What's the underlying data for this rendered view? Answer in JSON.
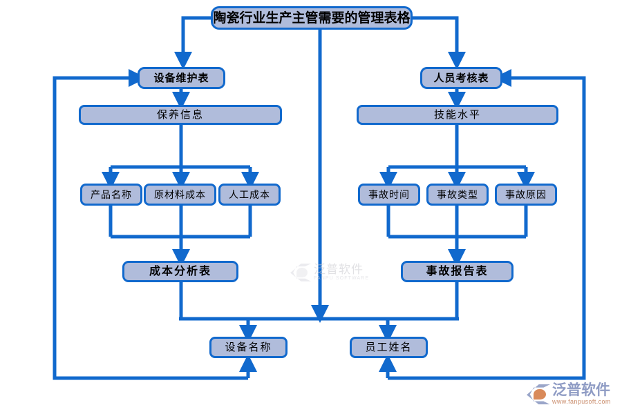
{
  "diagram": {
    "title": "陶瓷行业生产主管需要的管理表格",
    "root": {
      "label": "陶瓷行业生产主管需要的管理表格"
    },
    "branches": [
      {
        "name": "equipment-branch",
        "head": {
          "label": "设备维护表"
        },
        "category": {
          "label": "保养信息"
        },
        "fields": [
          {
            "label": "产品名称"
          },
          {
            "label": "原材料成本"
          },
          {
            "label": "人工成本"
          }
        ],
        "result": {
          "label": "成本分析表"
        },
        "output": {
          "label": "设备名称"
        }
      },
      {
        "name": "personnel-branch",
        "head": {
          "label": "人员考核表"
        },
        "category": {
          "label": "技能水平"
        },
        "fields": [
          {
            "label": "事故时间"
          },
          {
            "label": "事故类型"
          },
          {
            "label": "事故原因"
          }
        ],
        "result": {
          "label": "事故报告表"
        },
        "output": {
          "label": "员工姓名"
        }
      }
    ]
  },
  "style": {
    "node_fill": "#b0bcdb",
    "node_border": "#1169cd",
    "connector": "#1169cd",
    "background": "#ffffff",
    "text": "#000000"
  },
  "watermarks": {
    "center": {
      "cn": "泛普软件",
      "en": "FANPU SOFTWARE"
    },
    "corner": {
      "cn": "泛普软件",
      "en": "www.fanpusoft.com"
    }
  }
}
